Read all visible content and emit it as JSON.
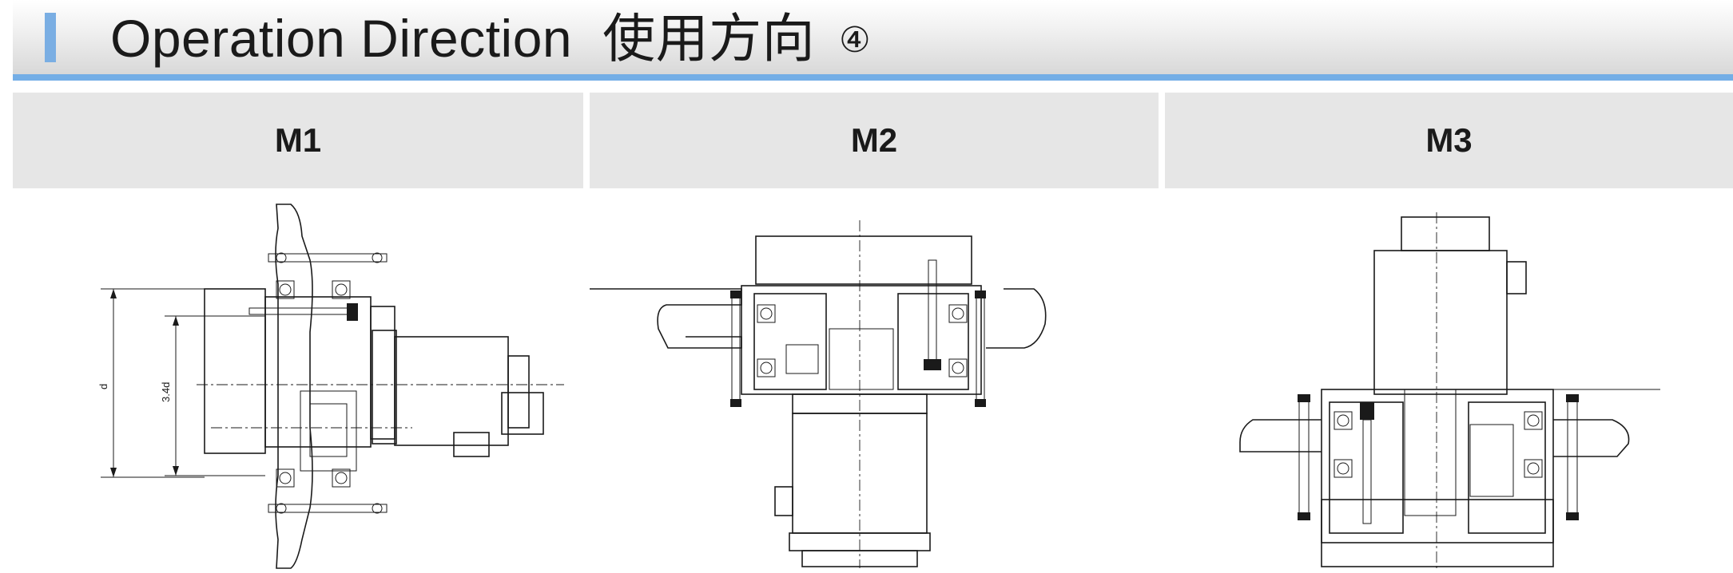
{
  "header": {
    "title_en": "Operation Direction",
    "title_zh": "使用方向",
    "title_num": "④",
    "accent_color": "#7aaee3",
    "rule_color": "#74aee6"
  },
  "panels": [
    {
      "label": "M1",
      "dims": {
        "d": "d",
        "d_ratio": "3.4d"
      }
    },
    {
      "label": "M2"
    },
    {
      "label": "M3"
    }
  ]
}
